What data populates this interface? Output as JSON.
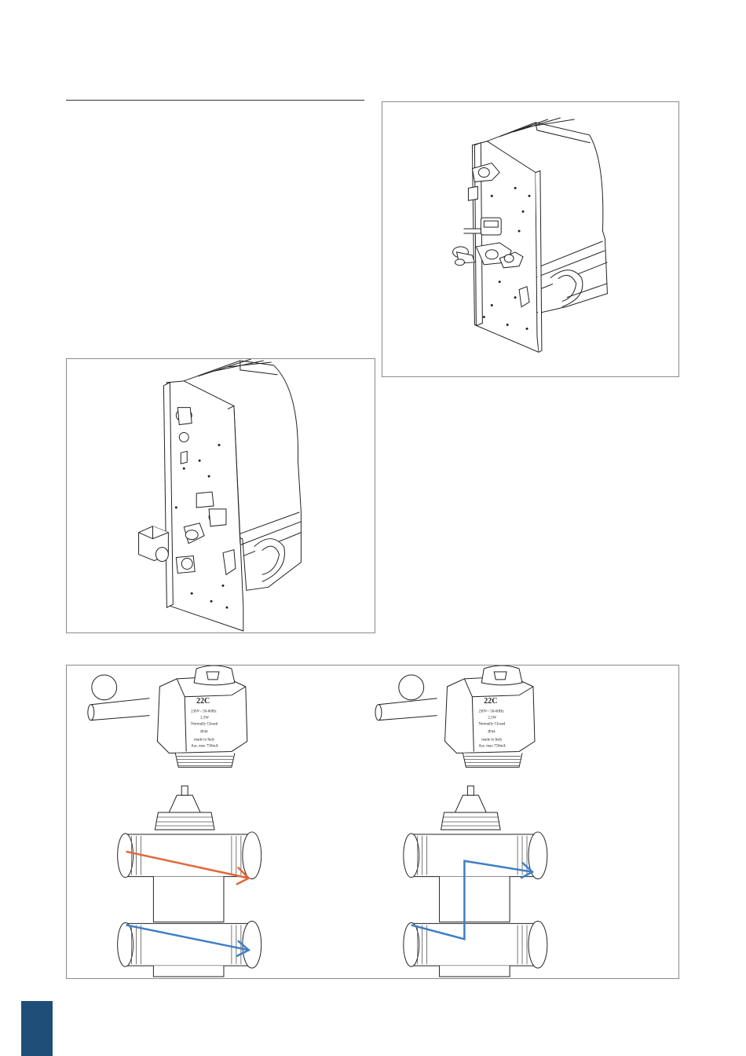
{
  "figures": {
    "top": {
      "kind": "boiler-hydraulic-assembly-with-valve"
    },
    "middle": {
      "kind": "boiler-hydraulic-assembly-with-junction-box"
    },
    "bottom": {
      "variants": [
        {
          "actuator": {
            "model": "22C",
            "lines": [
              "230V~ 50-60Hz",
              "2,5W",
              "Normally Closed",
              "IP44",
              "made in Italy",
              "Ass. max 750mA"
            ]
          },
          "flow": "two-pass"
        },
        {
          "actuator": {
            "model": "22C",
            "lines": [
              "230V~ 50-60Hz",
              "2,5W",
              "Normally Closed",
              "IP44",
              "made in Italy",
              "Ass. max 750mA"
            ]
          },
          "flow": "bypass"
        }
      ]
    }
  },
  "colors": {
    "hot_flow": "#e0673a",
    "cold_flow": "#3e7ec4",
    "page_tab": "#1f4e79",
    "frame_border": "#8a8a8a",
    "line_art": "#222222"
  }
}
